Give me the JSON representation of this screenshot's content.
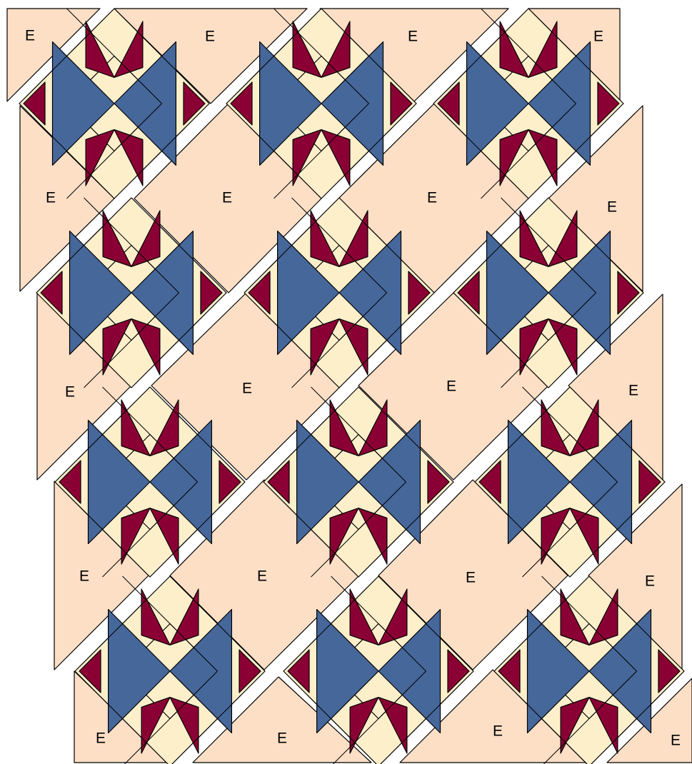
{
  "diagram": {
    "colors": {
      "background_fabric": "#FDDFC6",
      "block_cream": "#FEEFCB",
      "accent_red": "#8B0034",
      "accent_blue": "#46679A",
      "outline": "#000000"
    },
    "block_count": 12,
    "background_pieces": [
      {
        "label": "E"
      },
      {
        "label": "E"
      },
      {
        "label": "E"
      },
      {
        "label": "E"
      },
      {
        "label": "E"
      },
      {
        "label": "E"
      },
      {
        "label": "E"
      },
      {
        "label": "E"
      },
      {
        "label": "E"
      },
      {
        "label": "E"
      },
      {
        "label": "E"
      },
      {
        "label": "E"
      },
      {
        "label": "E"
      },
      {
        "label": "E"
      },
      {
        "label": "E"
      },
      {
        "label": "E"
      },
      {
        "label": "E"
      },
      {
        "label": "E"
      },
      {
        "label": "E"
      },
      {
        "label": "E"
      }
    ]
  }
}
